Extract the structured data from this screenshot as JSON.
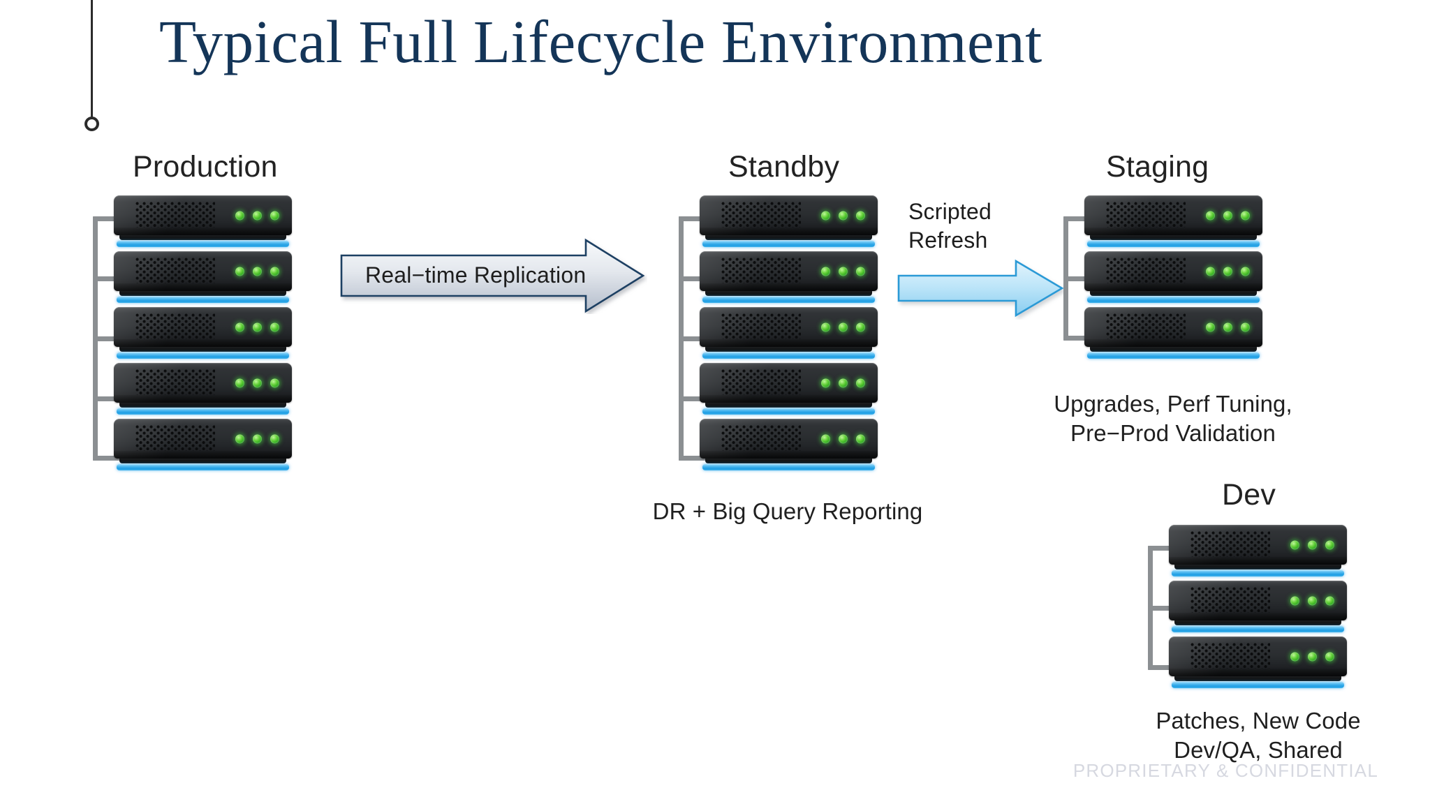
{
  "slide": {
    "title": "Typical Full Lifecycle Environment",
    "footer": "PROPRIETARY & CONFIDENTIAL",
    "accent_color": "#143558",
    "led_color": "#4cd137",
    "strip_color": "#3fb2ec",
    "bracket_color": "#8b8f92"
  },
  "groups": {
    "production": {
      "title": "Production",
      "server_count": 5,
      "caption": ""
    },
    "standby": {
      "title": "Standby",
      "server_count": 5,
      "caption": "DR + Big Query Reporting"
    },
    "staging": {
      "title": "Staging",
      "server_count": 3,
      "caption": "Upgrades, Perf Tuning,\nPre−Prod Validation"
    },
    "dev": {
      "title": "Dev",
      "server_count": 3,
      "caption": "Patches, New Code\nDev/QA, Shared"
    }
  },
  "arrows": {
    "replication": {
      "label": "Real−time Replication",
      "fill_from": "#f2f4f7",
      "fill_to": "#b6bfcd",
      "border": "#1f3f63"
    },
    "refresh": {
      "label": "Scripted\nRefresh",
      "fill_from": "#d9eefb",
      "fill_to": "#8fd0f2",
      "border": "#2b9ad6"
    }
  }
}
